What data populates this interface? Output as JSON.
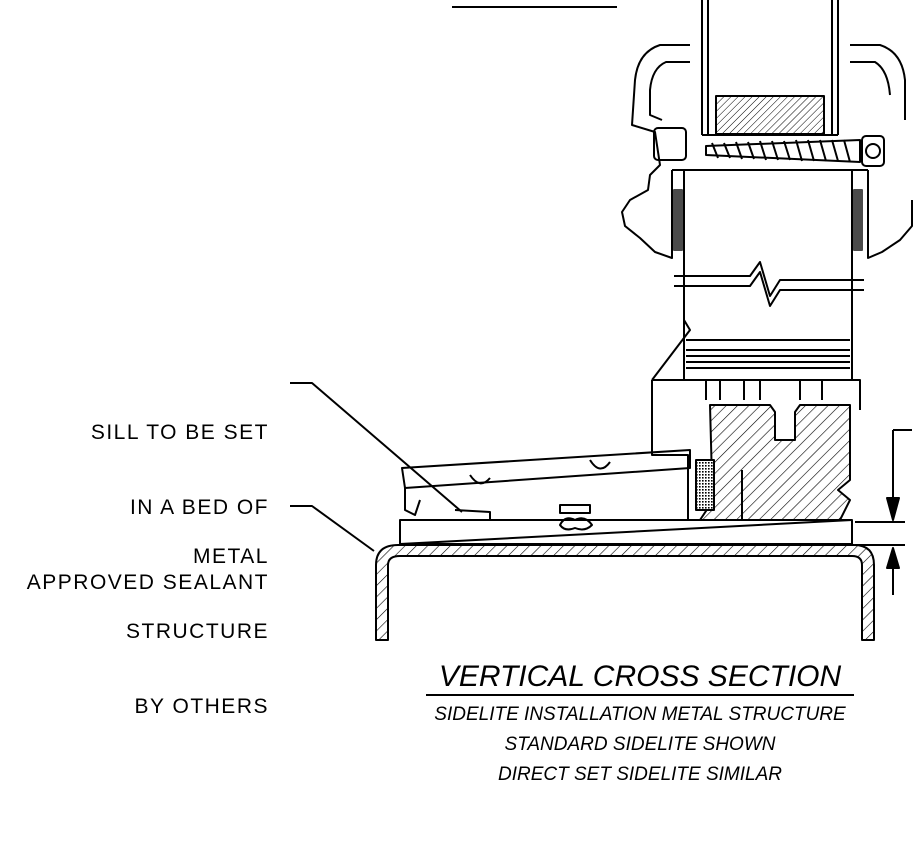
{
  "notes": {
    "sill_line1": "SILL TO BE SET",
    "sill_line2": "IN A BED OF",
    "sill_line3": "APPROVED SEALANT",
    "metal_line1": "METAL",
    "metal_line2": "STRUCTURE",
    "metal_line3": "BY OTHERS"
  },
  "caption": {
    "title": "VERTICAL CROSS SECTION",
    "subtitle1": "SIDELITE INSTALLATION METAL STRUCTURE",
    "subtitle2": "STANDARD SIDELITE SHOWN",
    "subtitle3": "DIRECT SET SIDELITE SIMILAR"
  }
}
